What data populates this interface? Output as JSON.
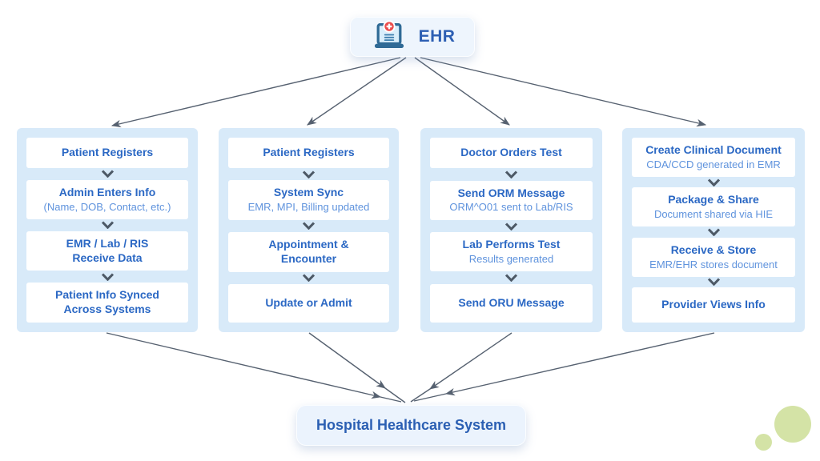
{
  "root": {
    "label": "EHR",
    "icon": "laptop-medical-icon"
  },
  "sink": {
    "label": "Hospital Healthcare System"
  },
  "columns": [
    {
      "steps": [
        {
          "title": "Patient Registers"
        },
        {
          "title": "Admin Enters Info",
          "subtitle": "(Name, DOB, Contact, etc.)"
        },
        {
          "title": "EMR / Lab / RIS\nReceive Data"
        },
        {
          "title": "Patient Info Synced\nAcross Systems"
        }
      ]
    },
    {
      "steps": [
        {
          "title": "Patient Registers"
        },
        {
          "title": "System Sync",
          "subtitle": "EMR, MPI, Billing updated"
        },
        {
          "title": "Appointment &\nEncounter"
        },
        {
          "title": "Update or Admit"
        }
      ]
    },
    {
      "steps": [
        {
          "title": "Doctor Orders Test"
        },
        {
          "title": "Send ORM Message",
          "subtitle": "ORM^O01 sent to Lab/RIS"
        },
        {
          "title": "Lab Performs Test",
          "subtitle": "Results generated"
        },
        {
          "title": "Send ORU Message"
        }
      ]
    },
    {
      "steps": [
        {
          "title": "Create Clinical Document",
          "subtitle": "CDA/CCD generated in EMR"
        },
        {
          "title": "Package & Share",
          "subtitle": "Document shared via HIE"
        },
        {
          "title": "Receive & Store",
          "subtitle": "EMR/EHR stores document"
        },
        {
          "title": "Provider Views Info"
        }
      ]
    }
  ],
  "icons": {
    "root_icon": "laptop-medical-icon",
    "step_connector": "chevron-down-icon",
    "flow_connector": "arrow-icon"
  },
  "colors": {
    "column_bg": "#d8eaf9",
    "card_bg": "#ffffff",
    "node_bg": "#eef5fd",
    "title_blue": "#2b68c4",
    "subtitle_blue": "#5f93dd",
    "heading_blue": "#2d5fb3",
    "arrow_gray": "#566170",
    "badge_red": "#ea4d4d",
    "laptop_blue": "#2f6a96",
    "decor_green": "#d4e3a6"
  }
}
